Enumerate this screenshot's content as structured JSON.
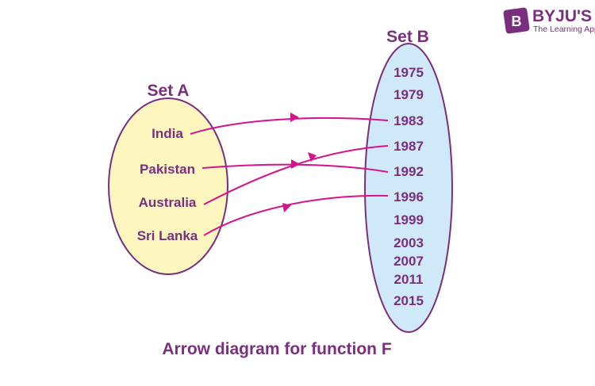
{
  "colors": {
    "text": "#7a2f7e",
    "arrow": "#d4148c",
    "set_a_fill": "#fdf6bf",
    "set_b_fill": "#cfe9f9",
    "outline": "#7a2f7e",
    "logo": "#7a2f7e"
  },
  "logo": {
    "name": "BYJU'S",
    "tagline": "The Learning App"
  },
  "set_a": {
    "title": "Set A",
    "elements": [
      "India",
      "Pakistan",
      "Australia",
      "Sri Lanka"
    ]
  },
  "set_b": {
    "title": "Set B",
    "elements": [
      "1975",
      "1979",
      "1983",
      "1987",
      "1992",
      "1996",
      "1999",
      "2003",
      "2007",
      "2011",
      "2015"
    ]
  },
  "mappings": [
    {
      "from": "India",
      "to": "1983"
    },
    {
      "from": "Pakistan",
      "to": "1992"
    },
    {
      "from": "Australia",
      "to": "1987"
    },
    {
      "from": "Sri Lanka",
      "to": "1996"
    }
  ],
  "caption": "Arrow diagram for function F"
}
